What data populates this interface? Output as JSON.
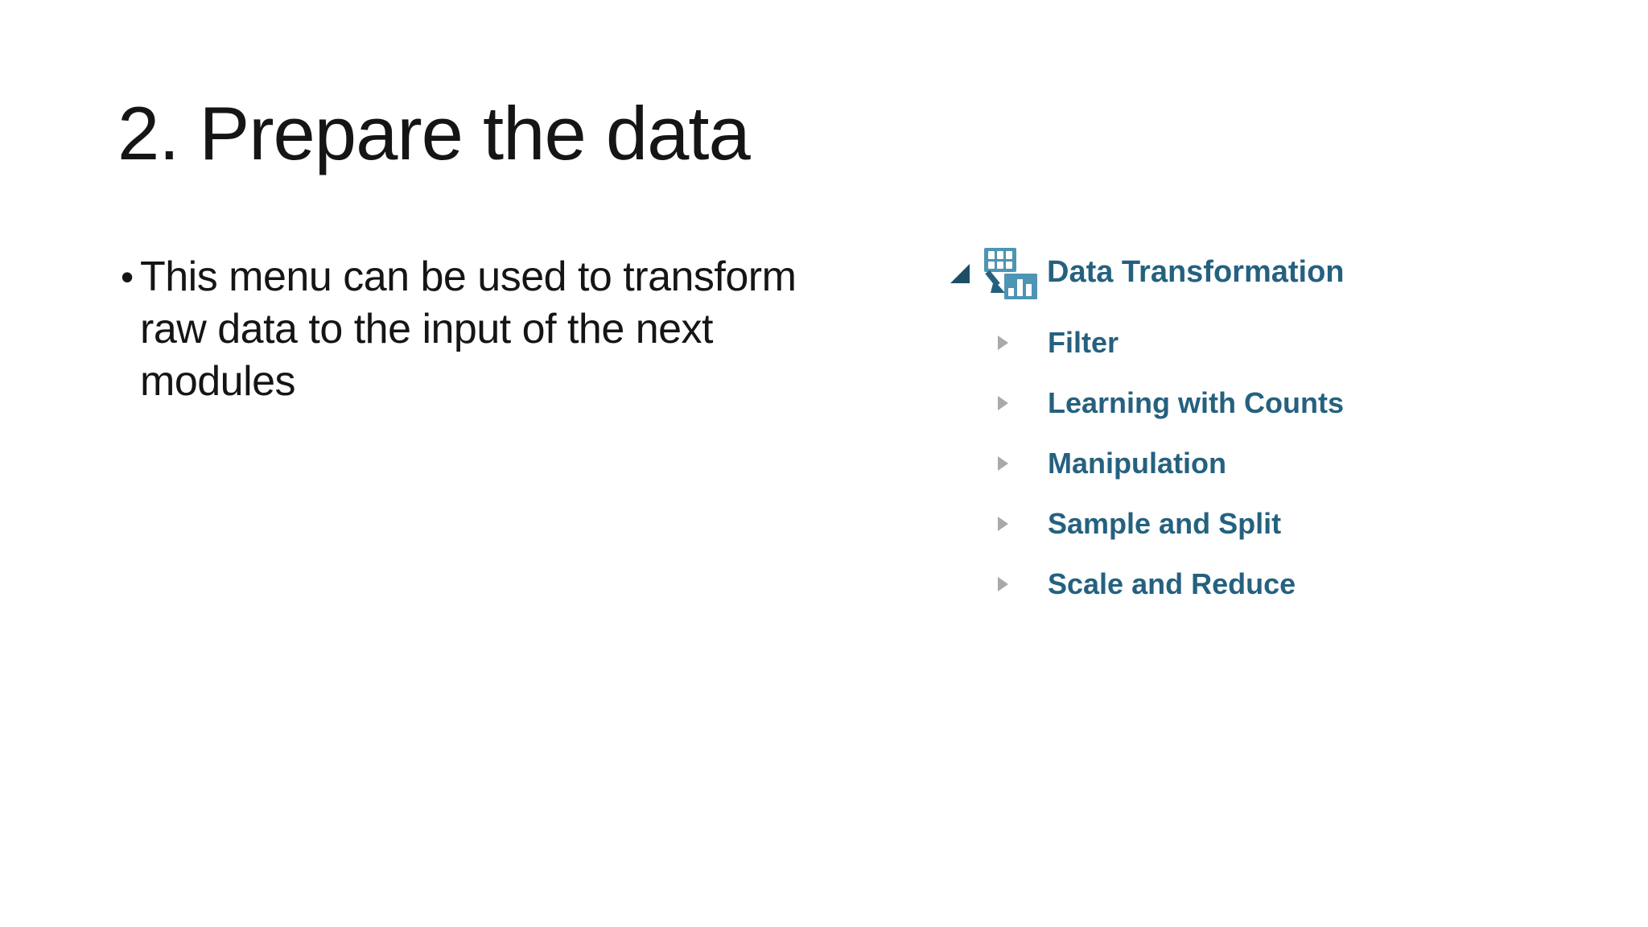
{
  "slide": {
    "title": "2. Prepare the data",
    "bullet": {
      "marker": "•",
      "text": "This menu can be used to transform raw data to the input of the next modules"
    }
  },
  "tree": {
    "root": {
      "label": "Data Transformation",
      "expanded": true
    },
    "children": [
      {
        "label": "Filter"
      },
      {
        "label": "Learning with Counts"
      },
      {
        "label": "Manipulation"
      },
      {
        "label": "Sample and Split"
      },
      {
        "label": "Scale and Reduce"
      }
    ]
  },
  "theme": {
    "tree_text_color": "#25617f",
    "icon_teal": "#4e94b4",
    "icon_dark": "#26617c",
    "expander_open_color": "#1d4e66",
    "expander_closed_color": "#a9a9a9",
    "body_text_color": "#151515",
    "background": "#ffffff"
  }
}
